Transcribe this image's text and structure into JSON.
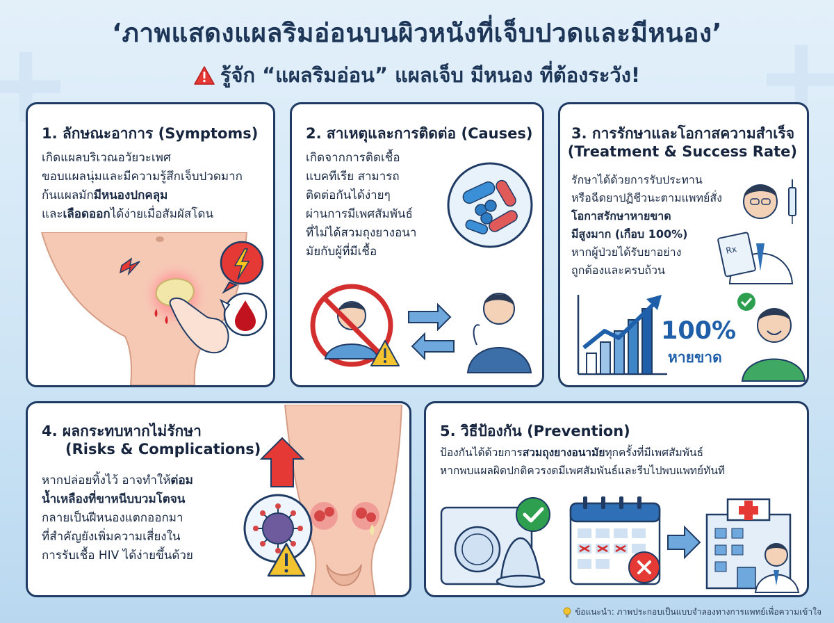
{
  "header": {
    "title": "‘ภาพแสดงแผลริมอ่อนบนผิวหนังที่เจ็บปวดและมีหนอง’",
    "subtitle": "รู้จัก “แผลริมอ่อน” แผลเจ็บ มีหนอง ที่ต้องระวัง!"
  },
  "cards": {
    "symptoms": {
      "title": "1. ลักษณะอาการ (Symptoms)",
      "line1": "เกิดแผลบริเวณอวัยวะเพศ",
      "line2": "ขอบแผลนุ่มและมีความรู้สึกเจ็บปวดมาก",
      "line3a": "ก้นแผลมัก",
      "line3b": "มีหนองปกคลุม",
      "line4a": "และ",
      "line4b": "เลือดออก",
      "line4c": "ได้ง่ายเมื่อสัมผัสโดน"
    },
    "causes": {
      "title": "2. สาเหตุและการติดต่อ (Causes)",
      "lines": [
        "เกิดจากการติดเชื้อ",
        "แบคทีเรีย สามารถ",
        "ติดต่อกันได้ง่ายๆ",
        "ผ่านการมีเพศสัมพันธ์",
        "ที่ไม่ได้สวมถุงยางอนา",
        "มัยกับผู้ที่มีเชื้อ"
      ]
    },
    "treatment": {
      "title1": "3. การรักษาและโอกาสความสำเร็จ",
      "title2": "(Treatment & Success Rate)",
      "line1": "รักษาได้ด้วยการรับประทาน",
      "line2": "หรือฉีดยาปฏิชีวนะตามแพทย์สั่ง",
      "line3": "โอกาสรักษาหายขาด",
      "line4": "มีสูงมาก (เกือบ 100%)",
      "line5": "หากผู้ป่วยได้รับยาอย่าง",
      "line6": "ถูกต้องและครบถ้วน",
      "percent": "100%",
      "cured": "หายขาด",
      "rx": "Rx"
    },
    "risks": {
      "title1": "4. ผลกระทบหากไม่รักษา",
      "title2": "(Risks & Complications)",
      "line1a": "หากปล่อยทิ้งไว้ อาจทำให้",
      "line1b": "ต่อม",
      "line2": "น้ำเหลืองที่ขาหนีบบวมโตจน",
      "line3": "กลายเป็นฝีหนองแตกออกมา",
      "line4": "ที่สำคัญยังเพิ่มความเสี่ยงใน",
      "line5": "การรับเชื้อ HIV ได้ง่ายขึ้นด้วย"
    },
    "prevention": {
      "title": "5. วิธีป้องกัน (Prevention)",
      "line1a": "ป้องกันได้ด้วยการ",
      "line1b": "สวมถุงยางอนามัย",
      "line1c": "ทุกครั้งที่มีเพศสัมพันธ์",
      "line2": "หากพบแผลผิดปกติควรงดมีเพศสัมพันธ์และรีบไปพบแพทย์ทันที"
    }
  },
  "footnote": "ข้อแนะนำ: ภาพประกอบเป็นแบบจำลองทางการแพทย์เพื่อความเข้าใจ",
  "colors": {
    "navy": "#1f3b64",
    "red": "#e53935",
    "green": "#2e9e4f",
    "blue": "#2f6fb5",
    "yellow": "#f4c430"
  },
  "icons": [
    "warning-icon",
    "lightning-icon",
    "blood-drop-icon",
    "bacteria-icon",
    "no-person-icon",
    "exchange-arrows-icon",
    "doctor-icon",
    "syringe-icon",
    "growth-chart-icon",
    "check-icon",
    "virus-icon",
    "up-arrow-icon",
    "condom-icon",
    "calendar-icon",
    "hospital-icon",
    "lightbulb-icon"
  ]
}
